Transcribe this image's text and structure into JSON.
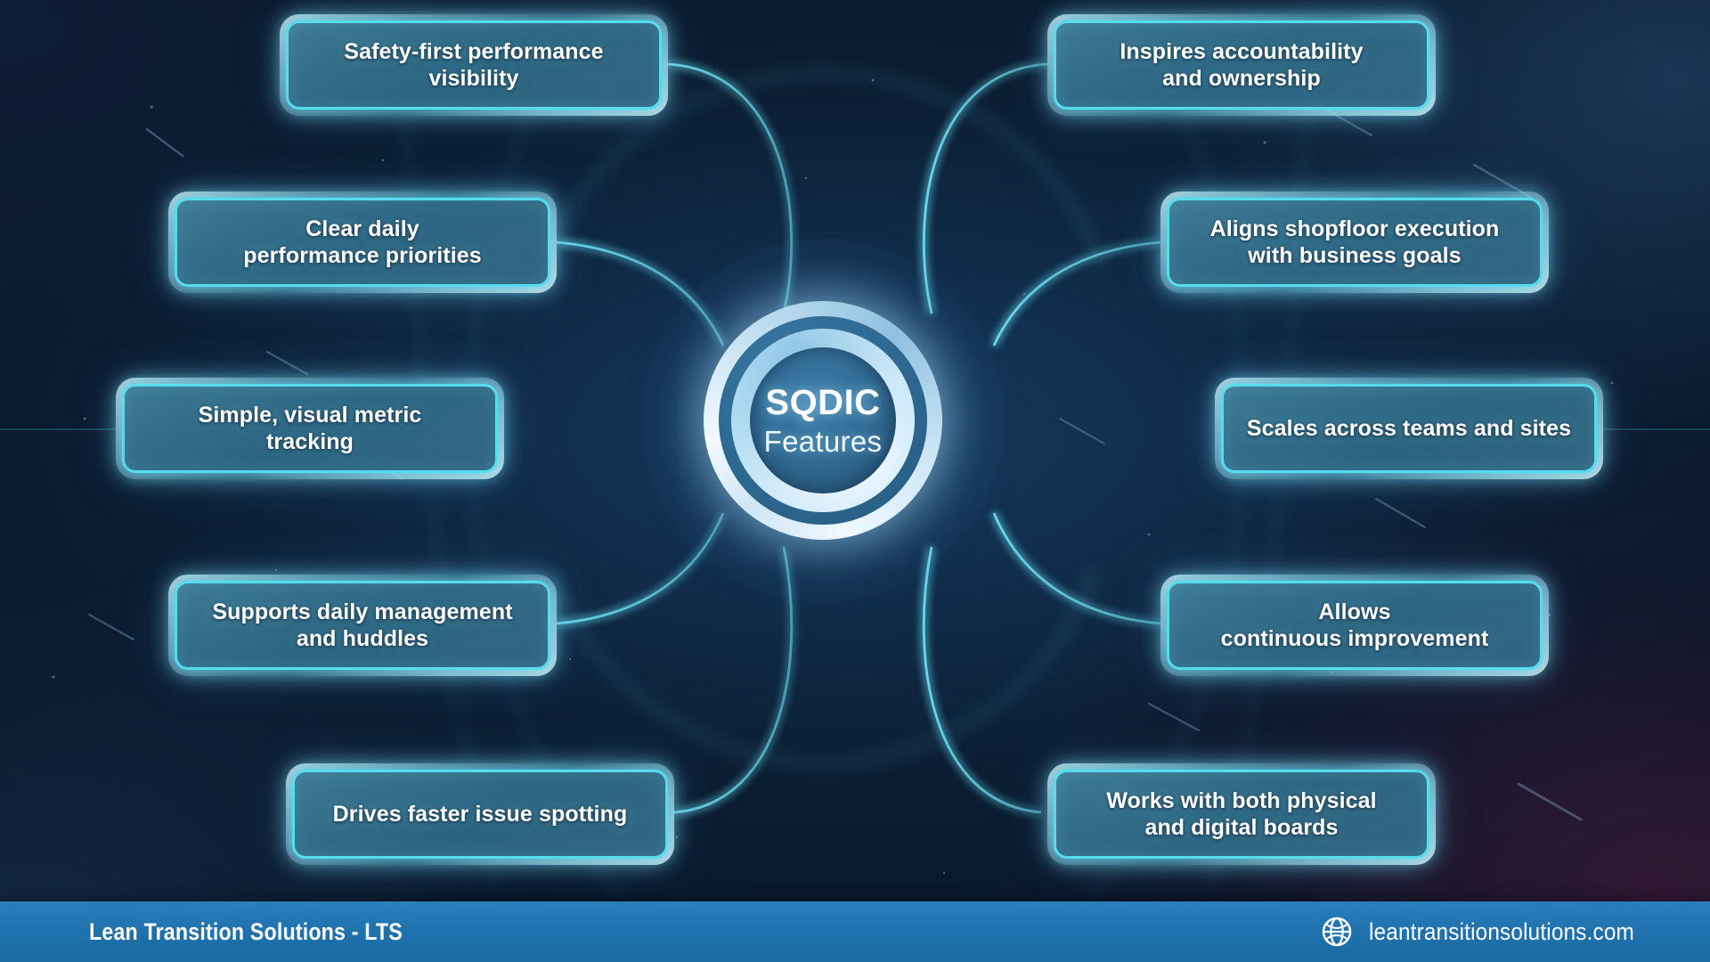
{
  "hub": {
    "title": "SQDIC",
    "subtitle": "Features"
  },
  "nodes": {
    "left": [
      {
        "id": "l1",
        "label": "Safety-first performance\nvisibility"
      },
      {
        "id": "l2",
        "label": "Clear daily\nperformance priorities"
      },
      {
        "id": "l3",
        "label": "Simple, visual metric\ntracking"
      },
      {
        "id": "l4",
        "label": "Supports daily management\nand huddles"
      },
      {
        "id": "l5",
        "label": "Drives faster issue spotting"
      }
    ],
    "right": [
      {
        "id": "r1",
        "label": "Inspires accountability\nand ownership"
      },
      {
        "id": "r2",
        "label": "Aligns shopfloor execution\nwith business goals"
      },
      {
        "id": "r3",
        "label": "Scales across teams and sites"
      },
      {
        "id": "r4",
        "label": "Allows\ncontinuous improvement"
      },
      {
        "id": "r5",
        "label": "Works with both physical\nand digital boards"
      }
    ]
  },
  "footer": {
    "brand": "Lean Transition Solutions - LTS",
    "url": "leantransitionsolutions.com",
    "globe_icon": "globe-icon"
  },
  "colors": {
    "accent_cyan": "#55dcef",
    "node_fill": "#34748e",
    "footer_blue": "#1f72ae",
    "background_navy": "#102c4a",
    "text_white": "#ffffff"
  }
}
